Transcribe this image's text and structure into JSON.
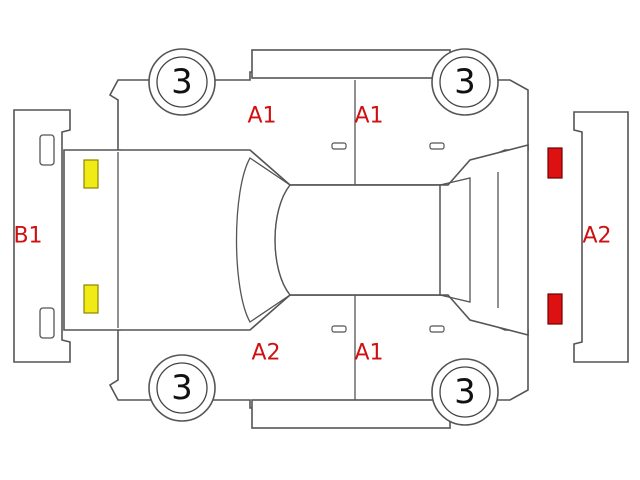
{
  "colors": {
    "outline": "#555555",
    "damage_code_text": "#d01010",
    "front_lamp_fill": "#f2ea14",
    "front_lamp_stroke": "#8a8500",
    "rear_lamp_fill": "#dd1111",
    "rear_lamp_stroke": "#700000"
  },
  "wheels": {
    "front_left": "3",
    "rear_left": "3",
    "front_right": "3",
    "rear_right": "3"
  },
  "damage_codes": {
    "front_bumper": "B1",
    "left_front_door": "A1",
    "left_rear_door": "A1",
    "right_front_door": "A2",
    "right_rear_door": "A1",
    "rear_bumper": "A2"
  }
}
